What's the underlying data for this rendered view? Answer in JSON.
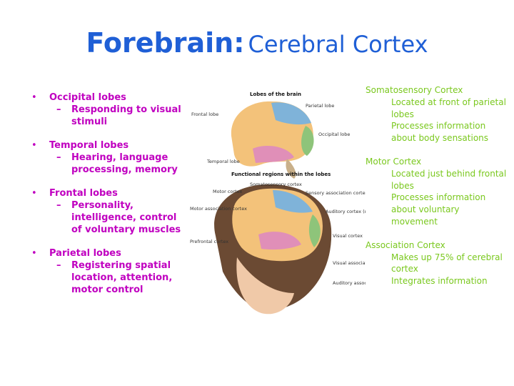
{
  "title": {
    "bold": "Forebrain",
    "colon": ":",
    "rest": "Cerebral Cortex",
    "color": "#1f5fd6"
  },
  "left_list": [
    {
      "label": "Occipital lobes",
      "sub": [
        "Responding to visual stimuli"
      ]
    },
    {
      "label": "Temporal lobes",
      "sub": [
        "Hearing, language processing, memory"
      ]
    },
    {
      "label": "Frontal lobes",
      "sub": [
        "Personality, intelligence, control of voluntary muscles"
      ]
    },
    {
      "label": "Parietal lobes",
      "sub": [
        "Registering spatial location, attention, motor control"
      ]
    }
  ],
  "left_color": "#c000c0",
  "right_color": "#7ac81e",
  "right_sections": [
    {
      "head": "Somatosensory Cortex",
      "items": [
        "Located at front of parietal lobes",
        "Processes information about body sensations"
      ]
    },
    {
      "head": "Motor Cortex",
      "items": [
        "Located just behind frontal lobes",
        "Processes information about voluntary movement"
      ]
    },
    {
      "head": "Association Cortex",
      "items": [
        "Makes up 75% of cerebral cortex",
        "Integrates information"
      ]
    }
  ],
  "figure": {
    "top_title": "Lobes of the brain",
    "top_labels": {
      "parietal": "Parietal lobe",
      "frontal": "Frontal lobe",
      "occipital": "Occipital lobe",
      "temporal": "Temporal lobe"
    },
    "bottom_title": "Functional regions within the lobes",
    "bottom_labels": {
      "somatosensory": "Somatosensory cortex",
      "motor": "Motor cortex",
      "sensory_assoc": "Sensory association cortex",
      "motor_assoc": "Motor association cortex",
      "auditory_hidden": "Auditory cortex (mostly hidden from view)",
      "prefrontal": "Prefrontal cortex",
      "visual": "Visual cortex",
      "visual_assoc": "Visual association cortex",
      "auditory_assoc": "Auditory association cortex"
    }
  }
}
